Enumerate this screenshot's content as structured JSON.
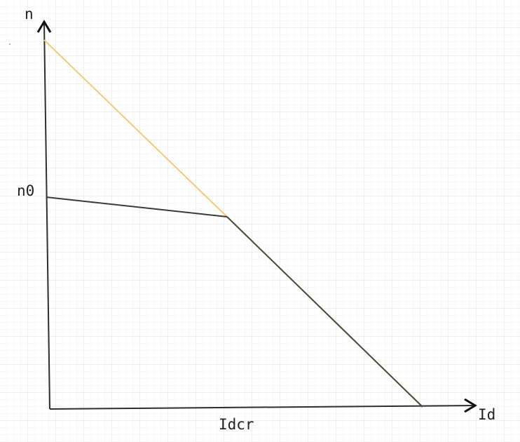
{
  "diagram": {
    "labels": {
      "y_axis": "n",
      "x_axis": "Id",
      "y_mark": "n0",
      "x_mark": "Idcr"
    },
    "colors": {
      "axes": "#2e2e2e",
      "characteristic": "#3a3a3a",
      "drooping_segment": "#4a4636",
      "extension": "#f3c97a",
      "grid": "#efefef"
    }
  }
}
